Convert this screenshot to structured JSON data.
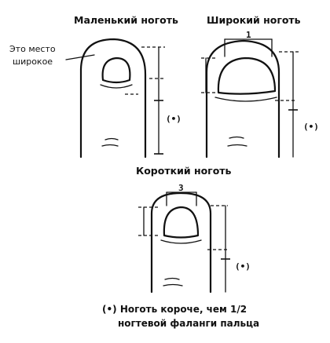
{
  "titles": {
    "small_nail": "Маленький ноготь",
    "wide_nail": "Широкий ноготь",
    "short_nail": "Короткий ноготь"
  },
  "side_label": {
    "line1": "Это место",
    "line2": "широкое"
  },
  "marker": "(•)",
  "dimension_marks": {
    "wide_top": "1",
    "short_top": "3"
  },
  "footnote": {
    "line1": "(•) Ноготь короче, чем 1/2",
    "line2": "ногтевой фаланги пальца"
  }
}
